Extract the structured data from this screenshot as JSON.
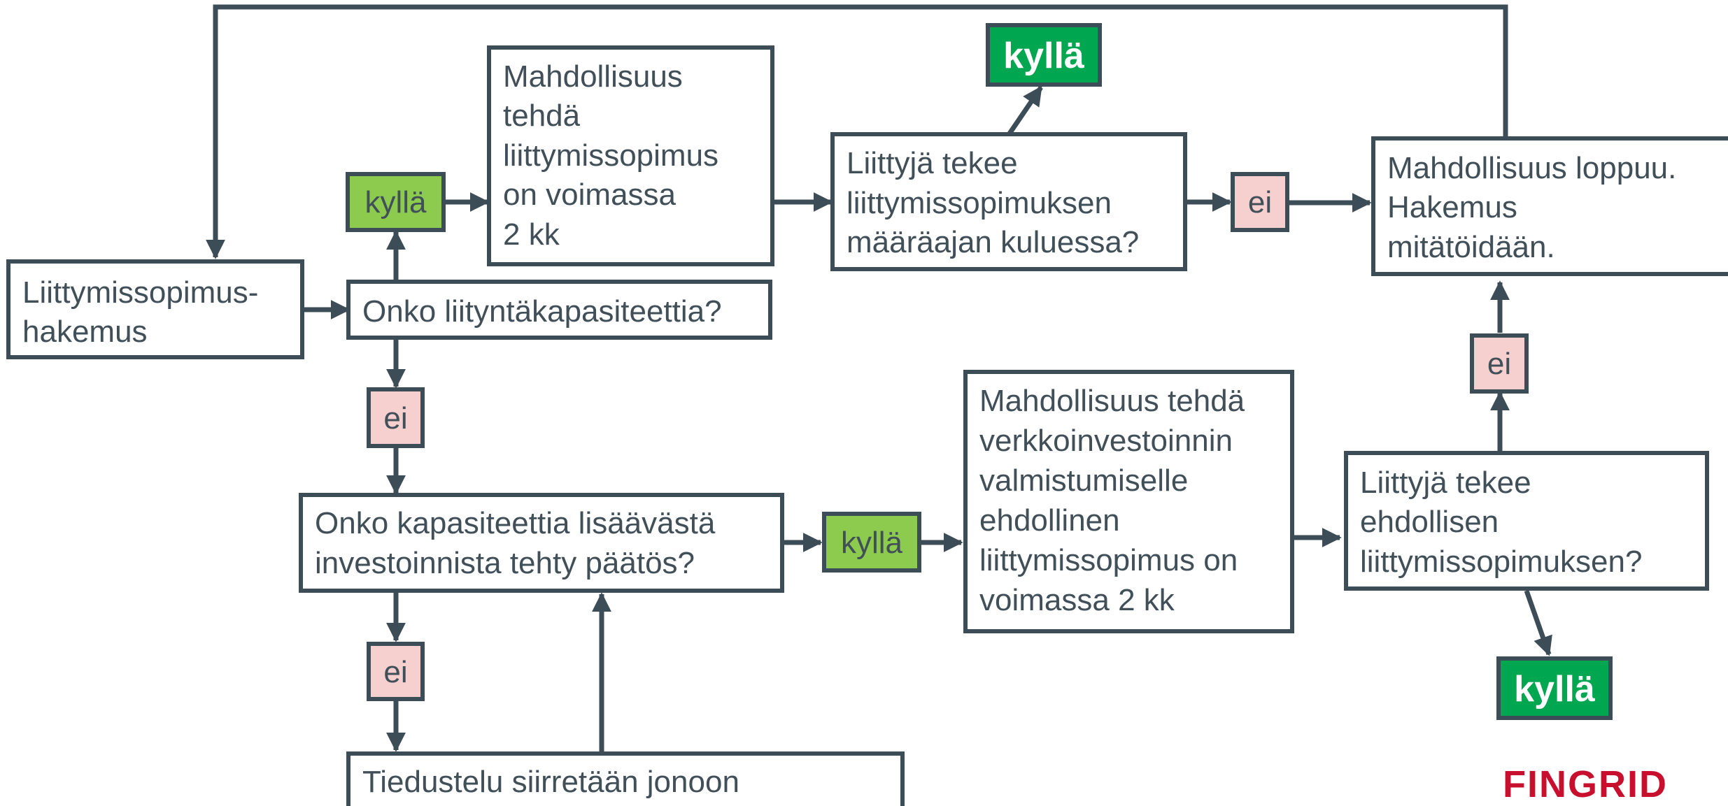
{
  "colors": {
    "stroke": "#3d4d57",
    "text": "#414f58",
    "box_fill": "#ffffff",
    "yes_light": "#8dcb4e",
    "yes_dark": "#00a650",
    "no_fill": "#f6cfcf",
    "logo": "#c8102e"
  },
  "boxes": {
    "application": [
      "Liittymissopimus-",
      "hakemus"
    ],
    "capacity_question": [
      "Onko liityntäkapasiteettia?"
    ],
    "contract_possible": [
      "Mahdollisuus",
      "tehdä",
      "liittymissopimus",
      "on voimassa",
      "2 kk"
    ],
    "contract_within_deadline": [
      "Liittyjä tekee",
      "liittymissopimuksen",
      "määräajan kuluessa?"
    ],
    "expires": [
      "Mahdollisuus loppuu.",
      "Hakemus",
      "mitätöidään."
    ],
    "investment_decision": [
      "Onko kapasiteettia lisäävästä",
      "investoinnista tehty päätös?"
    ],
    "conditional_possible": [
      "Mahdollisuus tehdä",
      "verkkoinvestoinnin",
      "valmistumiselle",
      "ehdollinen",
      "liittymissopimus on",
      "voimassa 2 kk"
    ],
    "conditional_contract": [
      "Liittyjä tekee",
      "ehdollisen",
      "liittymissopimuksen?"
    ],
    "queue": [
      "Tiedustelu siirretään jonoon"
    ]
  },
  "tags": {
    "yes": "kyllä",
    "no": "ei"
  },
  "logo": "FINGRID"
}
